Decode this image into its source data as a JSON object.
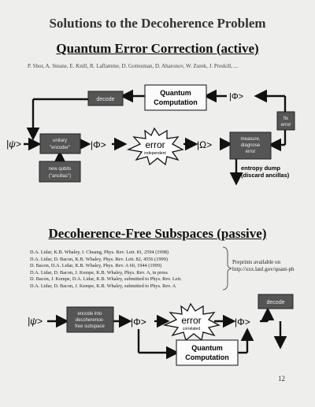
{
  "title": "Solutions to the Decoherence Problem",
  "page_number": "12",
  "qec": {
    "heading": "Quantum Error Correction (active)",
    "authors": "P. Shor, A. Steane, E. Knill, R. Laflamme, D. Gottesman, D. Aharonov, W. Zurek, J. Preskill, ...",
    "computation": [
      "Quantum",
      "Computation"
    ],
    "decode": "decode",
    "phi": "|Φ>",
    "psi": "|ψ>",
    "omega": "|Ω>",
    "fix": [
      "fix",
      "error"
    ],
    "unitary": [
      "unitary",
      "\"encoder\""
    ],
    "newqubits": [
      "new qubits",
      "(\"ancillas\")"
    ],
    "error": "error",
    "independent": "independent",
    "measure": [
      "measure,",
      "diagnose",
      "error"
    ],
    "entropy": [
      "entropy dump",
      "(discard ancillas)"
    ]
  },
  "dfs": {
    "heading": "Decoherence-Free Subspaces (passive)",
    "refs": [
      "D.A. Lidar, K.B. Whaley, I. Chuang, Phys. Rev. Lett. 81, 2594 (1998)",
      "D.A. Lidar, D. Bacon, K.B. Whaley, Phys. Rev. Lett. 82, 4556 (1999)",
      "D. Bacon, D.A. Lidar, K.B. Whaley, Phys. Rev. A 60, 1944 (1999)",
      "D.A. Lidar, D. Bacon, J. Kempe, K.B. Whaley, Phys. Rev. A, in press",
      "D. Bacon, J. Kempe, D.A. Lidar, K.B. Whaley, submitted to Phys. Rev. Lett.",
      "D.A. Lidar, D. Bacon, J. Kempe, K.B. Whaley, submitted to Phys. Rev. A"
    ],
    "preprint_line1": "Preprints available on",
    "preprint_line2": "http://xxx.lanl.gov/quant-ph",
    "psi": "|ψ>",
    "phi": "|Φ>",
    "encode": [
      "encode into",
      "decoherence-",
      "free subspace"
    ],
    "error": "error",
    "correlated": "correlated",
    "decode": "decode",
    "computation": [
      "Quantum",
      "Computation"
    ]
  }
}
